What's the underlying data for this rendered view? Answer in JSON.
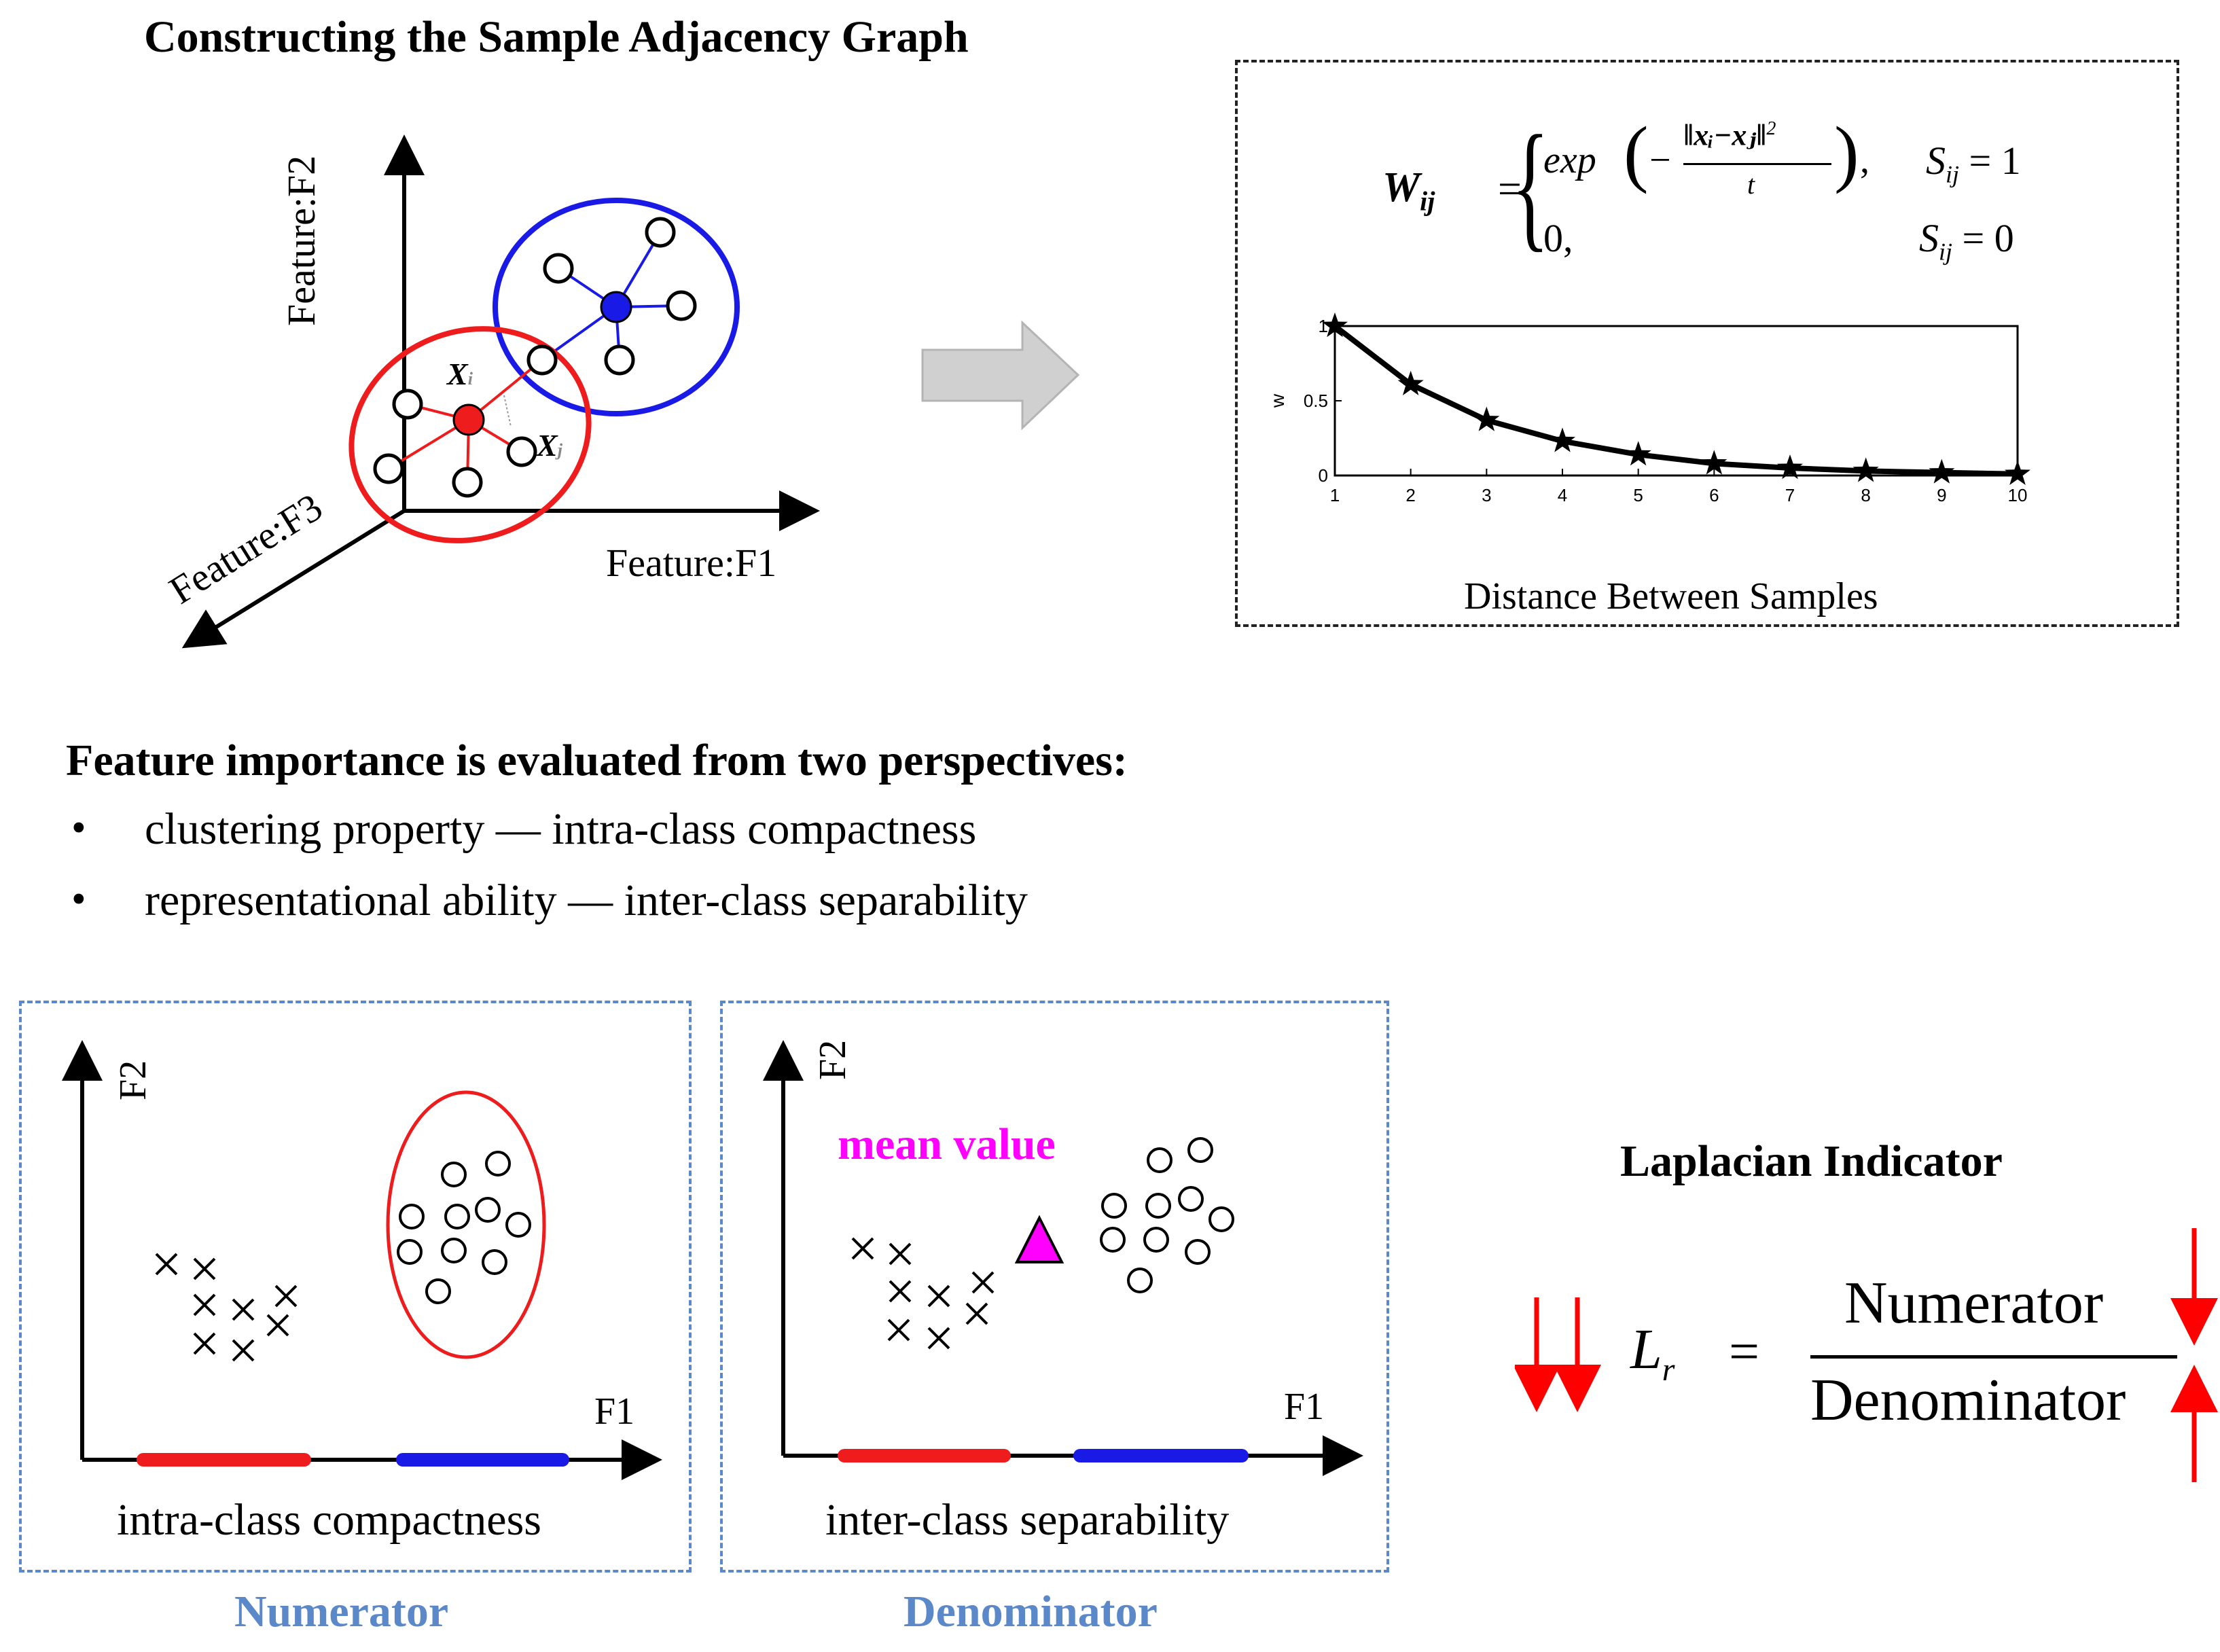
{
  "top_title": "Constructing the Sample Adjacency Graph",
  "graph3d": {
    "axis_f1": "Feature:F1",
    "axis_f2": "Feature:F2",
    "axis_f3": "Feature:F3",
    "xi_label": "X",
    "xi_sub": "i",
    "xj_label": "X",
    "xj_sub": "j",
    "colors": {
      "red_cluster": "#ee1c1c",
      "blue_cluster": "#1a1ae6",
      "arrow": "#d0d0d0"
    }
  },
  "weight_panel": {
    "formula": {
      "lhs": "W",
      "lhs_sub": "ij",
      "case1_expr": "exp",
      "case1_num": "‖xᵢ−xⱼ‖",
      "case1_num_sup": "2",
      "case1_den": "t",
      "case1_cond": "S",
      "case1_cond_sub": "ij",
      "case1_cond_val": "= 1",
      "case2_expr": "0,",
      "case2_cond": "S",
      "case2_cond_sub": "ij",
      "case2_cond_val": "= 0"
    },
    "xlabel": "Distance Between Samples",
    "ylabel": "w"
  },
  "chart_data": {
    "type": "line",
    "title": "",
    "xlabel": "Distance Between Samples",
    "ylabel": "w",
    "x": [
      1,
      2,
      3,
      4,
      5,
      6,
      7,
      8,
      9,
      10
    ],
    "x_tick_labels": [
      "1",
      "2",
      "3",
      "4",
      "5",
      "6",
      "7",
      "8",
      "9",
      "10"
    ],
    "y_tick_labels": [
      "0",
      "0.5",
      "1"
    ],
    "series": [
      {
        "values": [
          1.0,
          0.61,
          0.37,
          0.23,
          0.14,
          0.08,
          0.05,
          0.03,
          0.02,
          0.01
        ]
      }
    ],
    "xlim": [
      1,
      10
    ],
    "ylim": [
      0,
      1
    ],
    "marker": "star",
    "grid": false
  },
  "perspectives": {
    "heading": "Feature importance is evaluated from two perspectives:",
    "items": [
      "clustering property — intra-class compactness",
      "representational ability — inter-class separability"
    ],
    "bullet": "•"
  },
  "panel_intra": {
    "axis_x": "F1",
    "axis_y": "F2",
    "caption": "intra-class compactness",
    "label": "Numerator"
  },
  "panel_inter": {
    "axis_x": "F1",
    "axis_y": "F2",
    "caption": "inter-class separability",
    "mean_label": "mean value",
    "label": "Denominator",
    "colors": {
      "mean": "#ff00ff"
    }
  },
  "laplacian": {
    "title": "Laplacian Indicator",
    "lhs": "L",
    "lhs_sub": "r",
    "equals": "=",
    "numerator": "Numerator",
    "denominator": "Denominator",
    "colors": {
      "arrows": "#ff0000"
    }
  }
}
